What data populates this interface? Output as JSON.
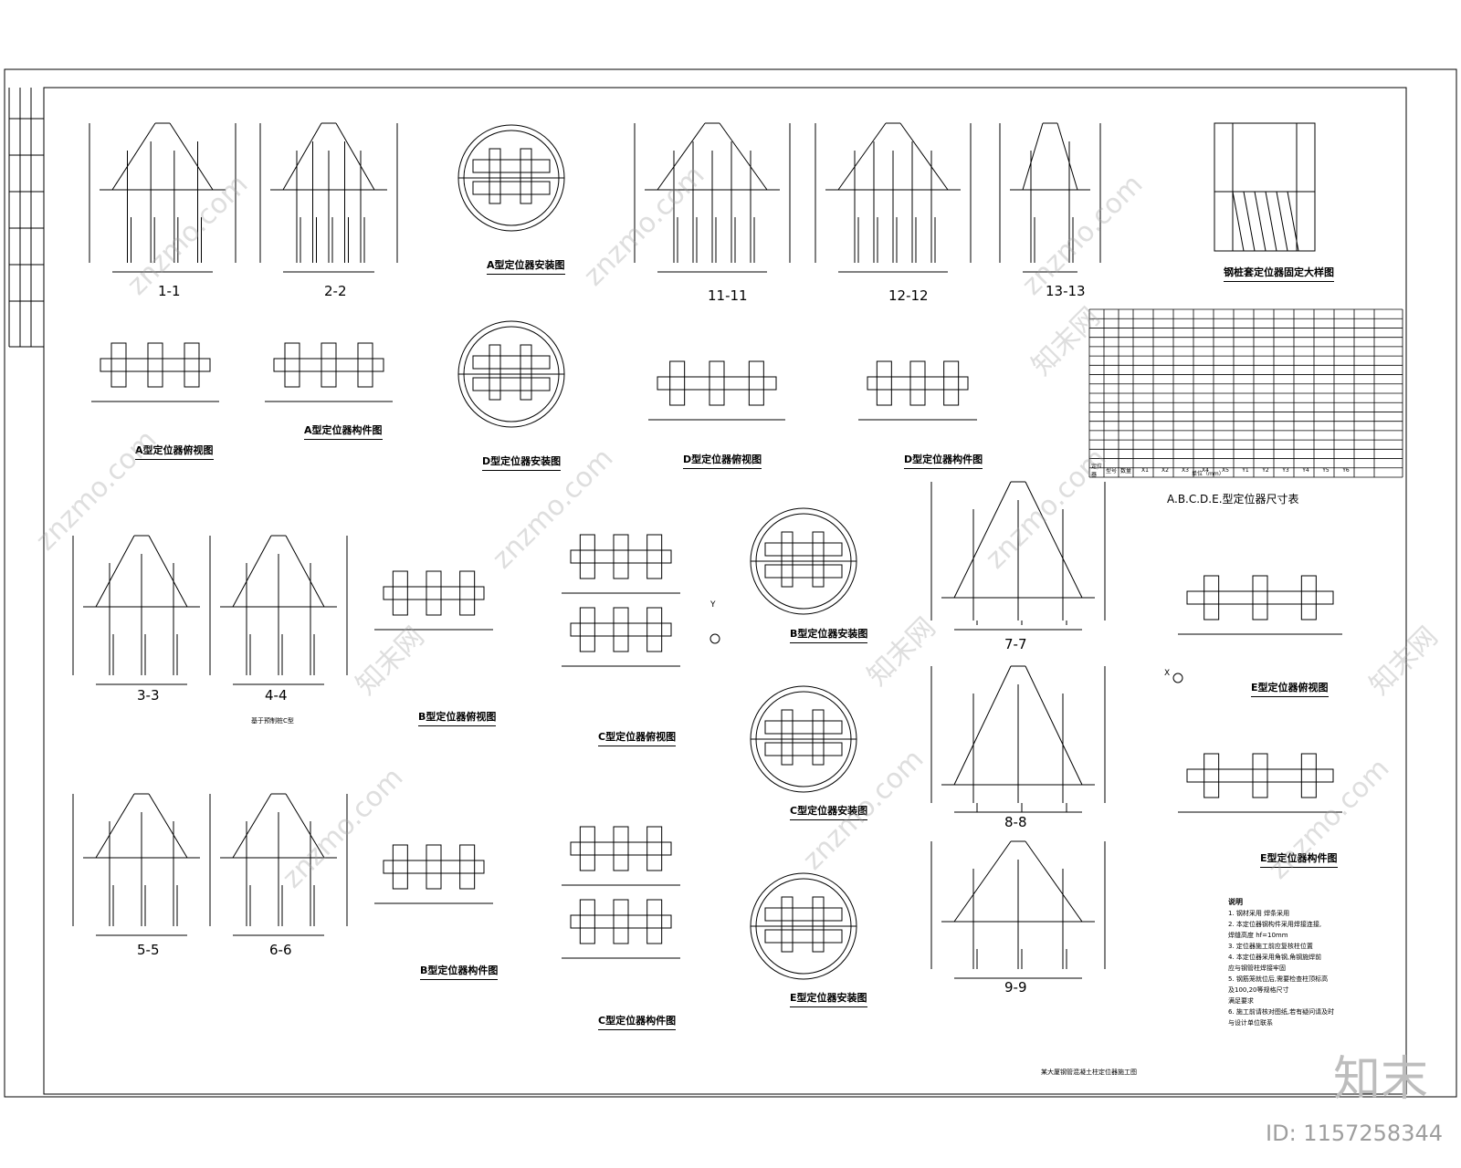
{
  "section_labels": [
    "1-1",
    "2-2",
    "11-11",
    "12-12",
    "13-13",
    "3-3",
    "4-4",
    "5-5",
    "6-6",
    "7-7",
    "8-8",
    "9-9"
  ],
  "captions": {
    "a_positioner_plan": "A型定位器安装图",
    "a_positioner_top": "A型定位器俯视图",
    "a_positioner_parts": "A型定位器构件图",
    "d_positioner_plan": "D型定位器安装图",
    "d_positioner_top": "D型定位器俯视图",
    "d_positioner_parts": "D型定位器构件图",
    "b_positioner_top": "B型定位器俯视图",
    "b_positioner_plan": "B型定位器安装图",
    "b_positioner_parts": "B型定位器构件图",
    "c_positioner_top": "C型定位器俯视图",
    "c_positioner_plan": "C型定位器安装图",
    "c_positioner_parts": "C型定位器构件图",
    "e_positioner_top": "E型定位器俯视图",
    "e_positioner_plan": "E型定位器安装图",
    "e_positioner_parts": "E型定位器构件图",
    "detail": "钢桩套定位器固定大样图",
    "table": "A.B.C.D.E.型定位器尺寸表",
    "note_4_4": "基于预制桩C型",
    "footer": "某大厦钢管混凝土柱定位器施工图"
  },
  "table_header": [
    "定位器",
    "型号",
    "数量",
    "X1",
    "X2",
    "X3",
    "X4",
    "X5",
    "Y1",
    "Y2",
    "Y3",
    "Y4",
    "Y5",
    "Y6"
  ],
  "table_unit": "单位（mm）",
  "notes": {
    "title": "说明",
    "items": [
      "1. 钢材采用     焊条采用",
      "2. 本定位器钢构件采用焊接连接,",
      "   焊缝高度  hf=10mm",
      "3. 定位器施工前应复核柱位置",
      "4. 本定位器采用角钢,角钢施焊前",
      "   应与钢管柱焊接牢固",
      "5. 钢筋笼就位后,需要检查柱顶标高",
      "   及100,20等规格尺寸",
      "   满足要求",
      "6. 施工前请核对图纸,若有疑问请及时",
      "   与设计单位联系"
    ]
  },
  "axis_labels": {
    "x": "X",
    "y": "Y"
  },
  "watermark": "znzmo.com",
  "watermark_cn": "知末网",
  "logo_text": "知末",
  "id_text": "ID: 1157258344"
}
